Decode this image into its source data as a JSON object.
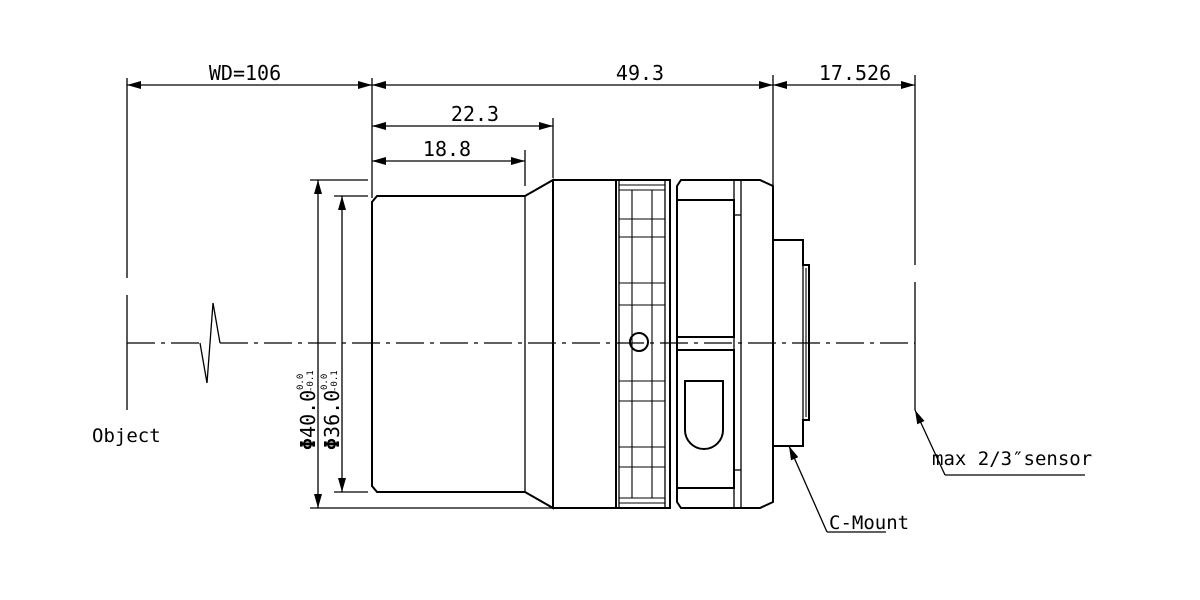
{
  "dimensions": {
    "working_distance": "WD=106",
    "total_length": "49.3",
    "back_focus": "17.526",
    "front_length": "22.3",
    "front_barrel": "18.8"
  },
  "diameters": {
    "outer": {
      "symbol": "Φ",
      "value": "40.0",
      "tol_upper": "0.0",
      "tol_lower": "-0.1"
    },
    "inner": {
      "symbol": "Φ",
      "value": "36.0",
      "tol_upper": "0.0",
      "tol_lower": "-0.1"
    }
  },
  "labels": {
    "object": "Object",
    "mount": "C-Mount",
    "sensor": "max 2/3″sensor"
  }
}
